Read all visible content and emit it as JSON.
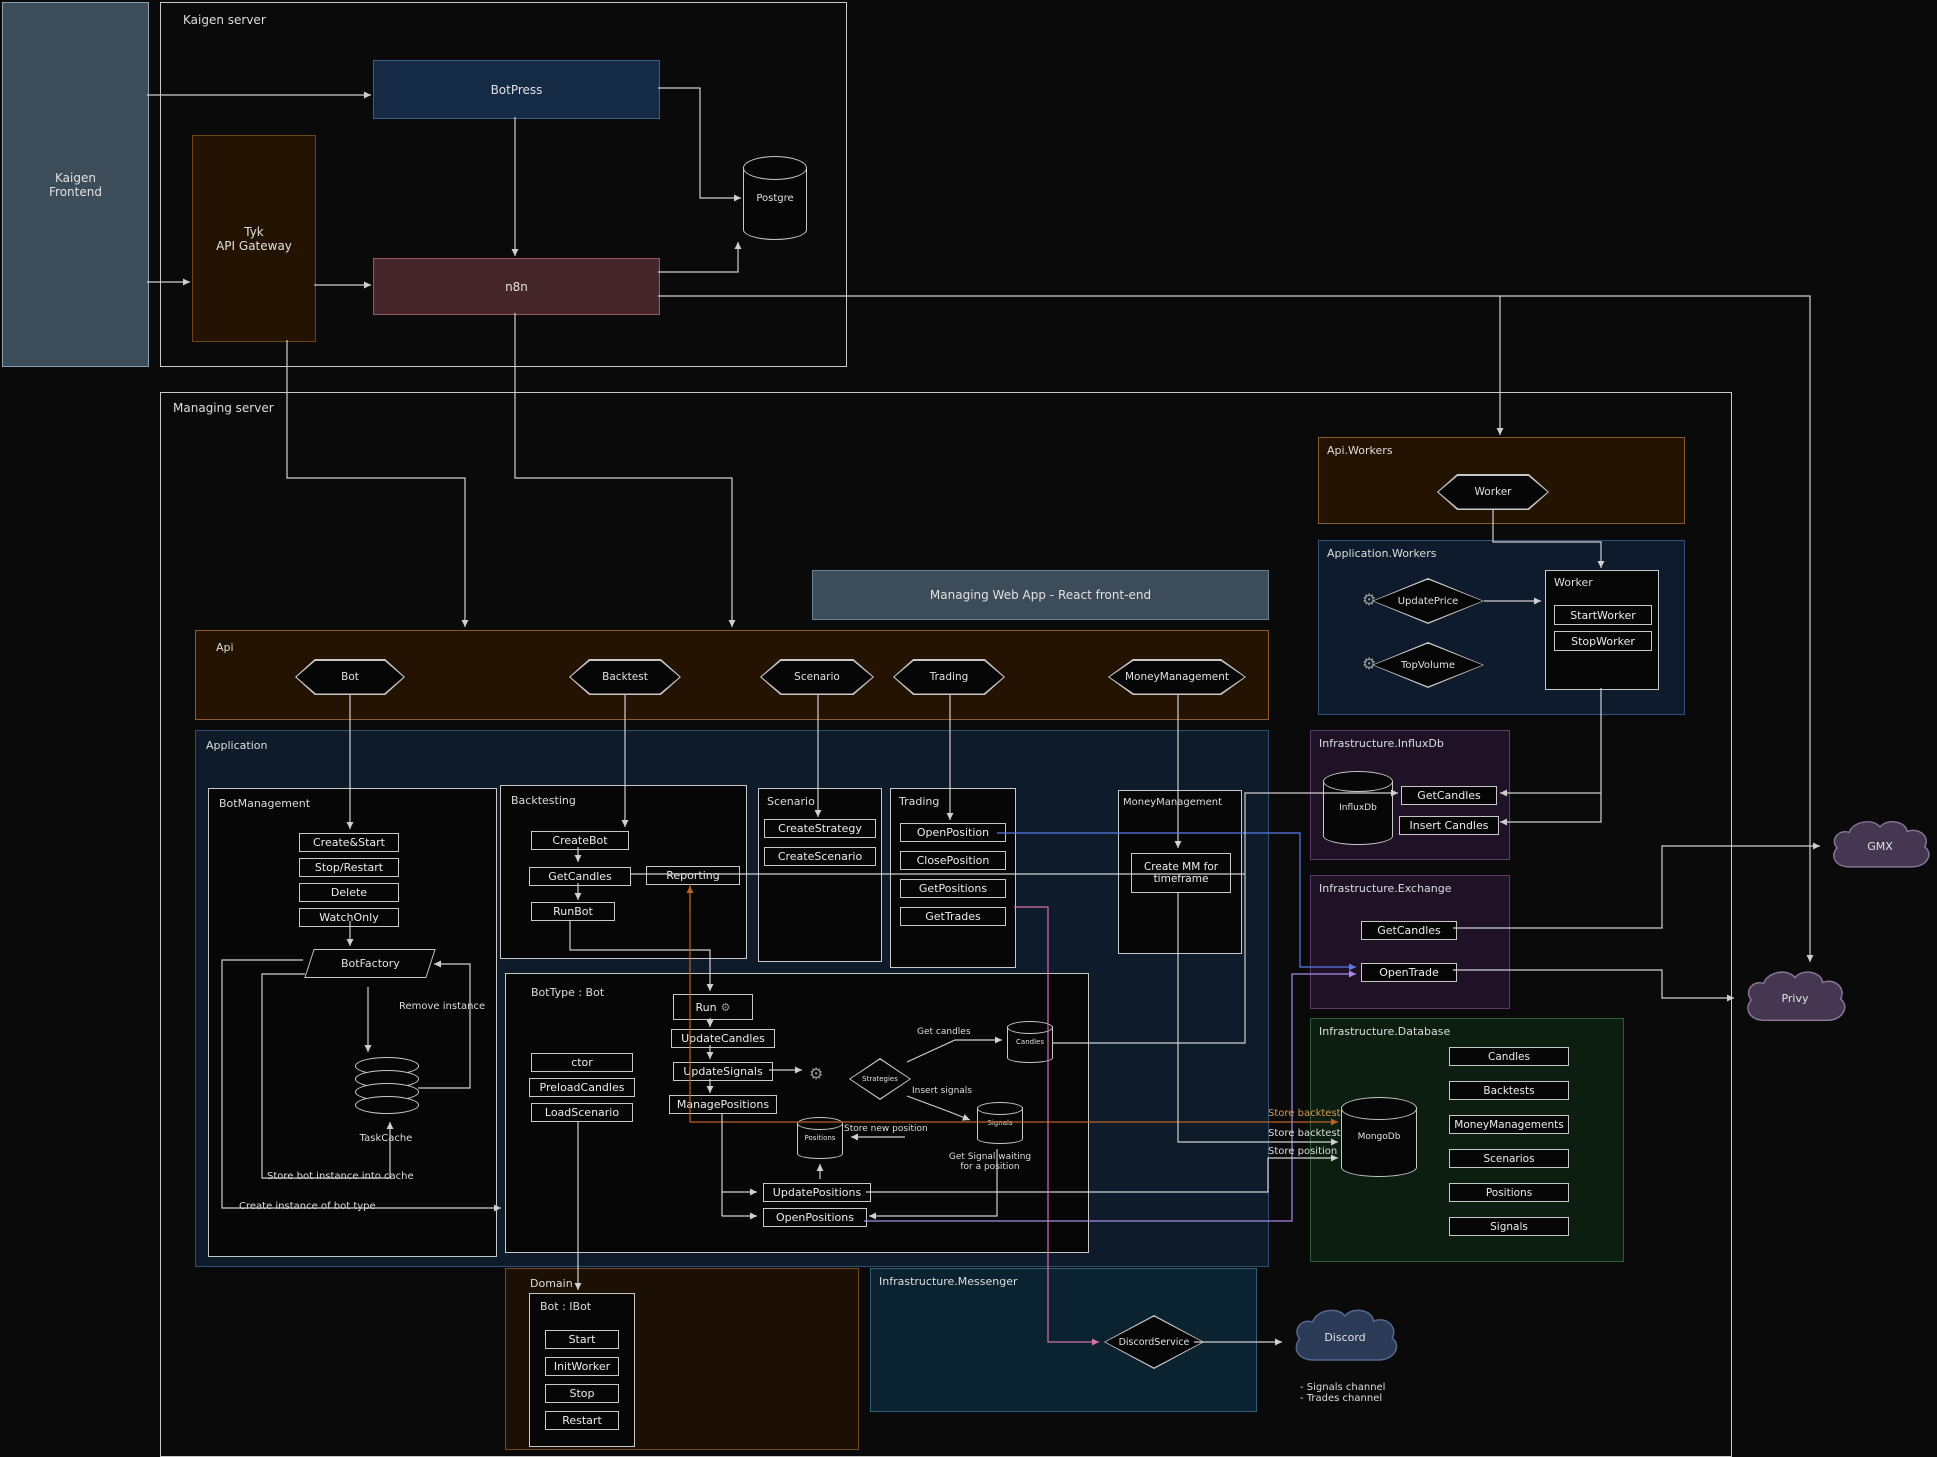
{
  "colors": {
    "background": "#0a0a0a",
    "line": "#cfcfcf",
    "accent_orange": "#c06020",
    "accent_blue": "#5a7ae8",
    "accent_purple": "#a98ae8",
    "accent_pink": "#d870a8",
    "frontend_bg": "#3d4c59",
    "botpress_bg": "#152a45",
    "gateway_bg": "#241302",
    "n8n_bg": "#45262a",
    "application_bg": "#0d1b2b",
    "influx_bg": "#1f1226",
    "database_bg": "#0b1e0f",
    "messenger_bg": "#0b2331",
    "domain_bg": "#1c1004"
  },
  "icons": {
    "gear": "⚙"
  },
  "kaigen_frontend": {
    "label": "Kaigen\nFrontend"
  },
  "kaigen_server": {
    "title": "Kaigen server",
    "botpress": "BotPress",
    "tyk_gateway": "Tyk\nAPI Gateway",
    "n8n": "n8n",
    "postgre": "Postgre"
  },
  "managing_server": {
    "title": "Managing server"
  },
  "api_workers": {
    "title": "Api.Workers",
    "worker": "Worker"
  },
  "application_workers": {
    "title": "Application.Workers",
    "update_price": "UpdatePrice",
    "top_volume": "TopVolume",
    "worker_box_title": "Worker",
    "start_worker": "StartWorker",
    "stop_worker": "StopWorker"
  },
  "web_app": {
    "title": "Managing Web App - React front-end"
  },
  "api": {
    "title": "Api",
    "endpoints": [
      "Bot",
      "Backtest",
      "Scenario",
      "Trading",
      "MoneyManagement"
    ]
  },
  "application": {
    "title": "Application"
  },
  "bot_management": {
    "title": "BotManagement",
    "buttons": [
      "Create&Start",
      "Stop/Restart",
      "Delete",
      "WatchOnly"
    ],
    "bot_factory": "BotFactory",
    "task_cache": "TaskCache",
    "remove_instance": "Remove instance",
    "store_cache": "Store bot instance into cache",
    "create_instance": "Create instance of bot type"
  },
  "backtesting": {
    "title": "Backtesting",
    "create_bot": "CreateBot",
    "get_candles": "GetCandles",
    "run_bot": "RunBot",
    "reporting": "Reporting"
  },
  "scenario": {
    "title": "Scenario",
    "buttons": [
      "CreateStrategy",
      "CreateScenario"
    ]
  },
  "trading": {
    "title": "Trading",
    "buttons": [
      "OpenPosition",
      "ClosePosition",
      "GetPositions",
      "GetTrades"
    ]
  },
  "money_management": {
    "title": "MoneyManagement",
    "create_mm": "Create MM for\ntimeframe"
  },
  "bot_type": {
    "title": "BotType : Bot",
    "ctor": "ctor",
    "preload_candles": "PreloadCandles",
    "load_scenario": "LoadScenario",
    "run": "Run",
    "update_candles": "UpdateCandles",
    "update_signals": "UpdateSignals",
    "manage_positions": "ManagePositions",
    "update_positions": "UpdatePositions",
    "open_positions": "OpenPositions",
    "strategies": "Strategies",
    "candles_db": "Candles",
    "signals_db": "Signals",
    "positions_db": "Positions",
    "get_candles_label": "Get candles",
    "insert_signals_label": "Insert signals",
    "store_new_position_label": "Store new position",
    "get_signal_label": "Get Signal waiting\nfor a position"
  },
  "infra_influx": {
    "title": "Infrastructure.InfluxDb",
    "db": "InfluxDb",
    "get_candles": "GetCandles",
    "insert_candles": "Insert Candles"
  },
  "infra_exchange": {
    "title": "Infrastructure.Exchange",
    "get_candles": "GetCandles",
    "open_trade": "OpenTrade"
  },
  "infra_database": {
    "title": "Infrastructure.Database",
    "db": "MongoDb",
    "collections": [
      "Candles",
      "Backtests",
      "MoneyManagements",
      "Scenarios",
      "Positions",
      "Signals"
    ]
  },
  "domain": {
    "title": "Domain",
    "interface_title": "Bot : IBot",
    "methods": [
      "Start",
      "InitWorker",
      "Stop",
      "Restart"
    ]
  },
  "infra_messenger": {
    "title": "Infrastructure.Messenger",
    "discord_service": "DiscordService"
  },
  "edge_labels": {
    "store_backtest_orange": "Store backtest",
    "store_backtest": "Store backtest",
    "store_position": "Store position"
  },
  "external": {
    "gmx": "GMX",
    "privy": "Privy",
    "discord": "Discord",
    "discord_channels": "- Signals channel\n- Trades channel"
  }
}
